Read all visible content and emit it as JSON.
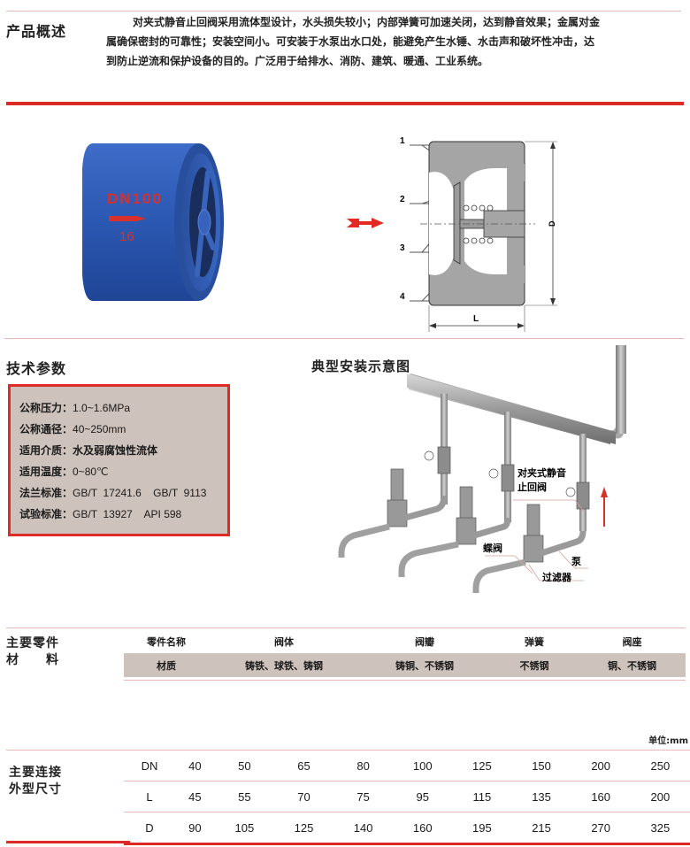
{
  "overview": {
    "title": "产品概述",
    "text": "对夹式静音止回阀采用流体型设计，水头损失较小；内部弹簧可加速关闭，达到静音效果；金属对金属确保密封的可靠性；安装空间小。可安装于水泵出水口处，能避免产生水锤、水击声和破坏性冲击，达到防止逆流和保护设备的目的。广泛用于给排水、消防、建筑、暖通、工业系统。"
  },
  "product_photo": {
    "marking_size": "DN100",
    "marking_pressure": "16",
    "body_color": "#2a56b0",
    "marking_color": "#d8302a"
  },
  "cross_section": {
    "labels": [
      "1",
      "2",
      "3",
      "4"
    ],
    "dim_L": "L",
    "dim_D": "D"
  },
  "tech_params": {
    "title": "技术参数",
    "rows": [
      {
        "key": "公称压力：",
        "value": "1.0~1.6MPa"
      },
      {
        "key": "公称通径：",
        "value": "40~250mm"
      },
      {
        "key": "适用介质：",
        "value": "水及弱腐蚀性流体"
      },
      {
        "key": "适用温度：",
        "value": "0~80℃"
      },
      {
        "key": "法兰标准：",
        "value": "GB/T  17241.6    GB/T  9113"
      },
      {
        "key": "试验标准：",
        "value": "GB/T  13927    API 598"
      }
    ]
  },
  "install_diagram": {
    "title": "典型安装示意图",
    "labels": {
      "check_valve_line1": "对夹式静音",
      "check_valve_line2": "止回阀",
      "butterfly_valve": "蝶阀",
      "pump": "泵",
      "filter": "过滤器"
    }
  },
  "materials": {
    "title_line1": "主要零件",
    "title_line2": "材　　料",
    "headers": [
      "零件名称",
      "阀体",
      "阀瓣",
      "弹簧",
      "阀座"
    ],
    "row": [
      "材质",
      "铸铁、球铁、铸钢",
      "铸铜、不锈钢",
      "不锈钢",
      "铜、不锈钢"
    ]
  },
  "dimensions": {
    "title_line1": "主要连接",
    "title_line2": "外型尺寸",
    "unit": "单位:mm",
    "rows": [
      {
        "label": "DN",
        "values": [
          "40",
          "50",
          "65",
          "80",
          "100",
          "125",
          "150",
          "200",
          "250"
        ]
      },
      {
        "label": "L",
        "values": [
          "45",
          "55",
          "70",
          "75",
          "95",
          "115",
          "135",
          "160",
          "200"
        ]
      },
      {
        "label": "D",
        "values": [
          "90",
          "105",
          "125",
          "140",
          "160",
          "195",
          "215",
          "270",
          "325"
        ]
      }
    ]
  },
  "colors": {
    "accent_red": "#dc2a25",
    "thin_rule": "#e9b8b8",
    "table_shade": "#cdc2bc"
  }
}
